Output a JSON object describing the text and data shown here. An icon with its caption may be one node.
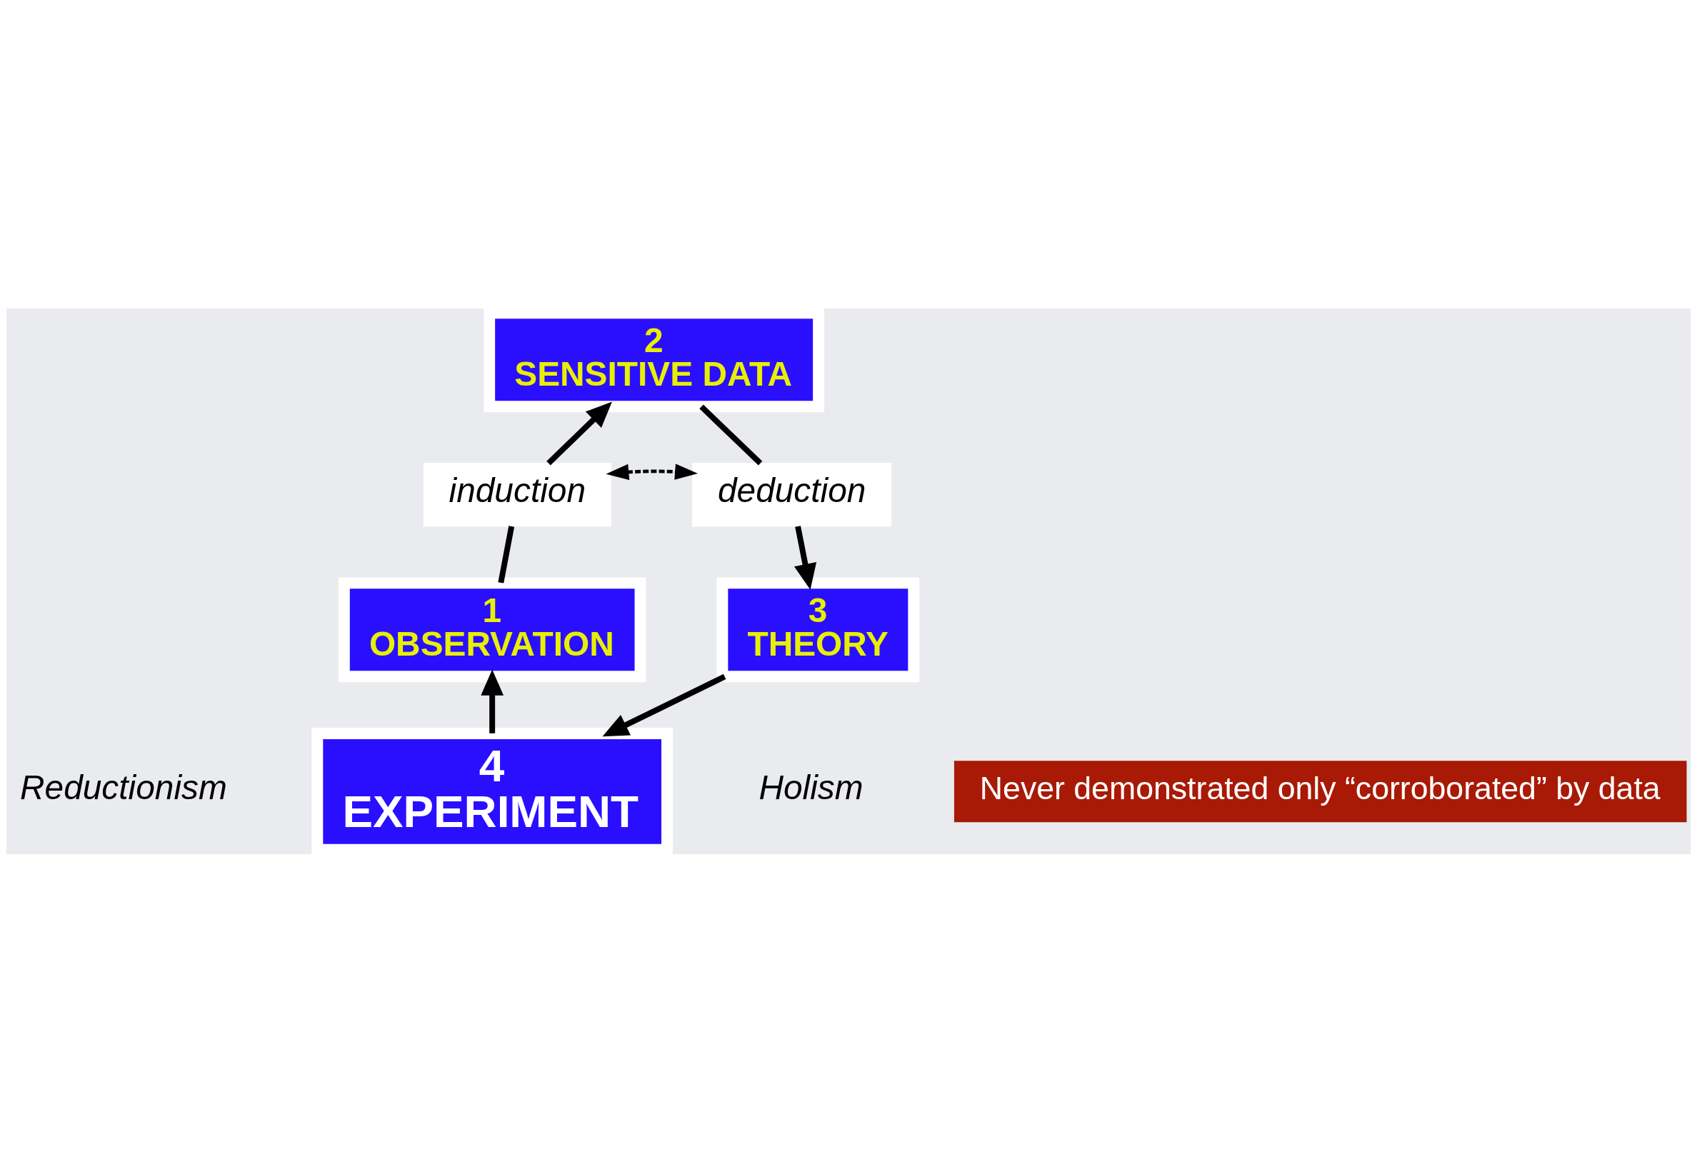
{
  "diagram": {
    "nodes": [
      {
        "text": [
          "2",
          "SENSITIVE DATA"
        ]
      },
      {
        "text": [
          "induction"
        ]
      },
      {
        "text": [
          "deduction"
        ]
      },
      {
        "text": [
          "1",
          "OBSERVATION"
        ]
      },
      {
        "text": [
          "3",
          "THEORY"
        ]
      },
      {
        "text": [
          "Never demonstrated only “corroborated” by data"
        ]
      },
      {
        "text": [
          "4",
          "EXPERIMENT"
        ]
      }
    ],
    "edges": [
      {
        "from": 3,
        "to": 1,
        "arrow": "none"
      },
      {
        "from": 1,
        "to": 0,
        "arrow": "to"
      },
      {
        "from": 0,
        "to": 2,
        "arrow": "none"
      },
      {
        "from": 2,
        "to": 4,
        "arrow": "to"
      },
      {
        "from": 1,
        "to": 2,
        "arrow": "both",
        "style": "dashed"
      },
      {
        "from": 4,
        "to": 6,
        "arrow": "to"
      },
      {
        "from": 6,
        "to": 3,
        "arrow": "to"
      }
    ],
    "labels": [
      "Reductionism",
      "Holism"
    ]
  }
}
